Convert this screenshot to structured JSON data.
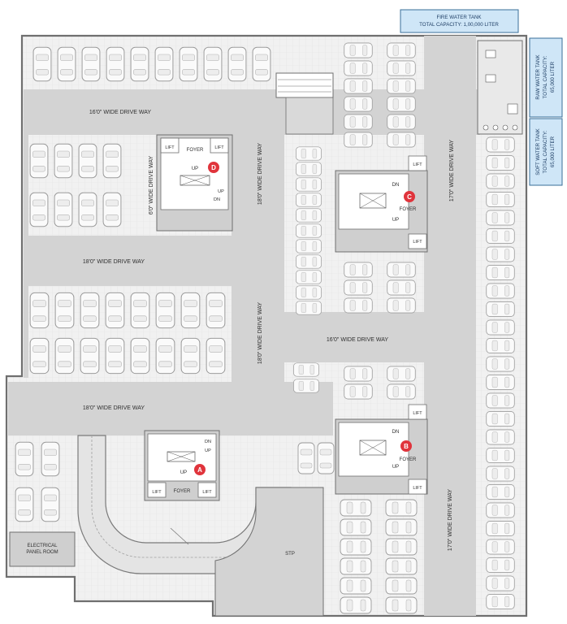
{
  "tanks": {
    "fire": {
      "name": "FIRE WATER TANK",
      "capacity": "TOTAL CAPACITY:  1,00,000 LITER"
    },
    "raw": {
      "name": "RAW WATER TANK",
      "capacity_label": "TOTAL CAPACITY:",
      "capacity_value": "65,000 LITER"
    },
    "soft": {
      "name": "SOFT WATER TANK",
      "capacity_label": "TOTAL CAPACITY:",
      "capacity_value": "65,000 LITER"
    }
  },
  "driveways": {
    "top": "16'0\" WIDE DRIVE WAY",
    "left_vertical": "6'0\" WIDE DRIVE WAY",
    "center_upper_vertical": "18'0\" WIDE DRIVE WAY",
    "right_upper_vertical": "17'0\" WIDE DRIVE WAY",
    "middle_left": "18'0\" WIDE DRIVE WAY",
    "center_lower_vertical": "18'0\" WIDE DRIVE WAY",
    "middle_right": "16'0\" WIDE DRIVE WAY",
    "lower_left": "18'0\" WIDE DRIVE WAY",
    "right_lower_vertical": "17'0\" WIDE DRIVE WAY"
  },
  "cores": {
    "A": {
      "marker": "A",
      "lift": "LIFT",
      "foyer": "FOYER",
      "up": "UP",
      "dn": "DN"
    },
    "B": {
      "marker": "B",
      "lift": "LIFT",
      "foyer": "FOYER",
      "up": "UP",
      "dn": "DN"
    },
    "C": {
      "marker": "C",
      "lift": "LIFT",
      "foyer": "FOYER",
      "up": "UP",
      "dn": "DN"
    },
    "D": {
      "marker": "D",
      "lift": "LIFT",
      "foyer": "FOYER",
      "up": "UP",
      "dn": "DN"
    }
  },
  "rooms": {
    "electrical_line1": "ELECTRICAL",
    "electrical_line2": "PANEL ROOM",
    "stp": "STP"
  },
  "colors": {
    "floor": "#f0f0f0",
    "drive": "#d3d3d3",
    "wall": "#6f6f6f",
    "car_fill": "#fafafa",
    "car_stroke": "#9c9c9c",
    "marker": "#e0343c",
    "tank_fill": "#cfe6f7",
    "tank_stroke": "#3a6f9a"
  }
}
